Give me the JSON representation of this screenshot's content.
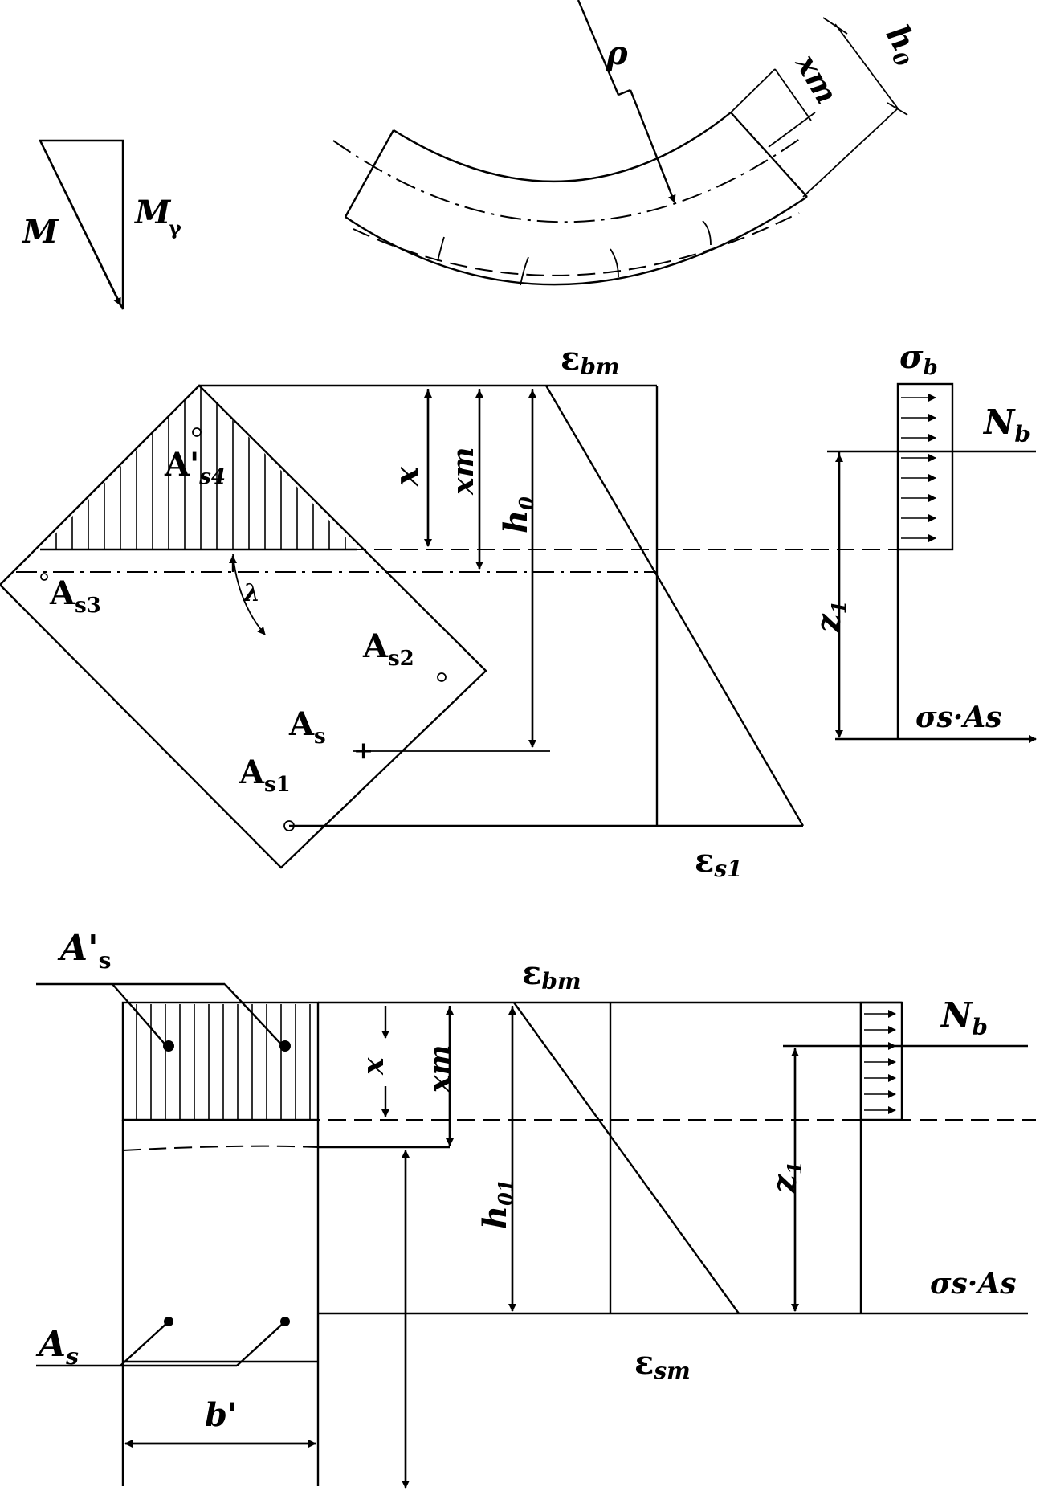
{
  "top_left": {
    "M": "M",
    "M_gamma": "M",
    "M_gamma_sub": "γ"
  },
  "curved_beam": {
    "rho": "ρ",
    "xm": "xm",
    "h0": "h",
    "h0_sub": "0"
  },
  "section_skew": {
    "eps_bm": "ε",
    "eps_bm_sub": "bm",
    "eps_s1": "ε",
    "eps_s1_sub": "s1",
    "sigma_b": "σ",
    "sigma_b_sub": "b",
    "N_b": "N",
    "N_b_sub": "b",
    "A_s4": "A'",
    "A_s4_sub": "s4",
    "A_s3": "A",
    "A_s3_sub": "s3",
    "A_s2": "A",
    "A_s2_sub": "s2",
    "A_s": "A",
    "A_s_sub": "s",
    "A_s1": "A",
    "A_s1_sub": "s1",
    "x": "x",
    "xm": "xm",
    "h0": "h",
    "h0_sub": "0",
    "z": "z",
    "z_sub": "1",
    "lambda": "λ",
    "sigmaAs": "σs·As"
  },
  "section_t": {
    "A_prime_s": "A'",
    "A_prime_s_sub": "s",
    "eps_bm": "ε",
    "eps_bm_sub": "bm",
    "N_b": "N",
    "N_b_sub": "b",
    "x": "x",
    "xm": "xm",
    "h01": "h",
    "h01_sub": "01",
    "z": "z",
    "z_sub": "1",
    "sigmaAs": "σs·As",
    "A_s": "A",
    "A_s_sub": "s",
    "eps_sm": "ε",
    "eps_sm_sub": "sm",
    "b_prime": "b'"
  }
}
